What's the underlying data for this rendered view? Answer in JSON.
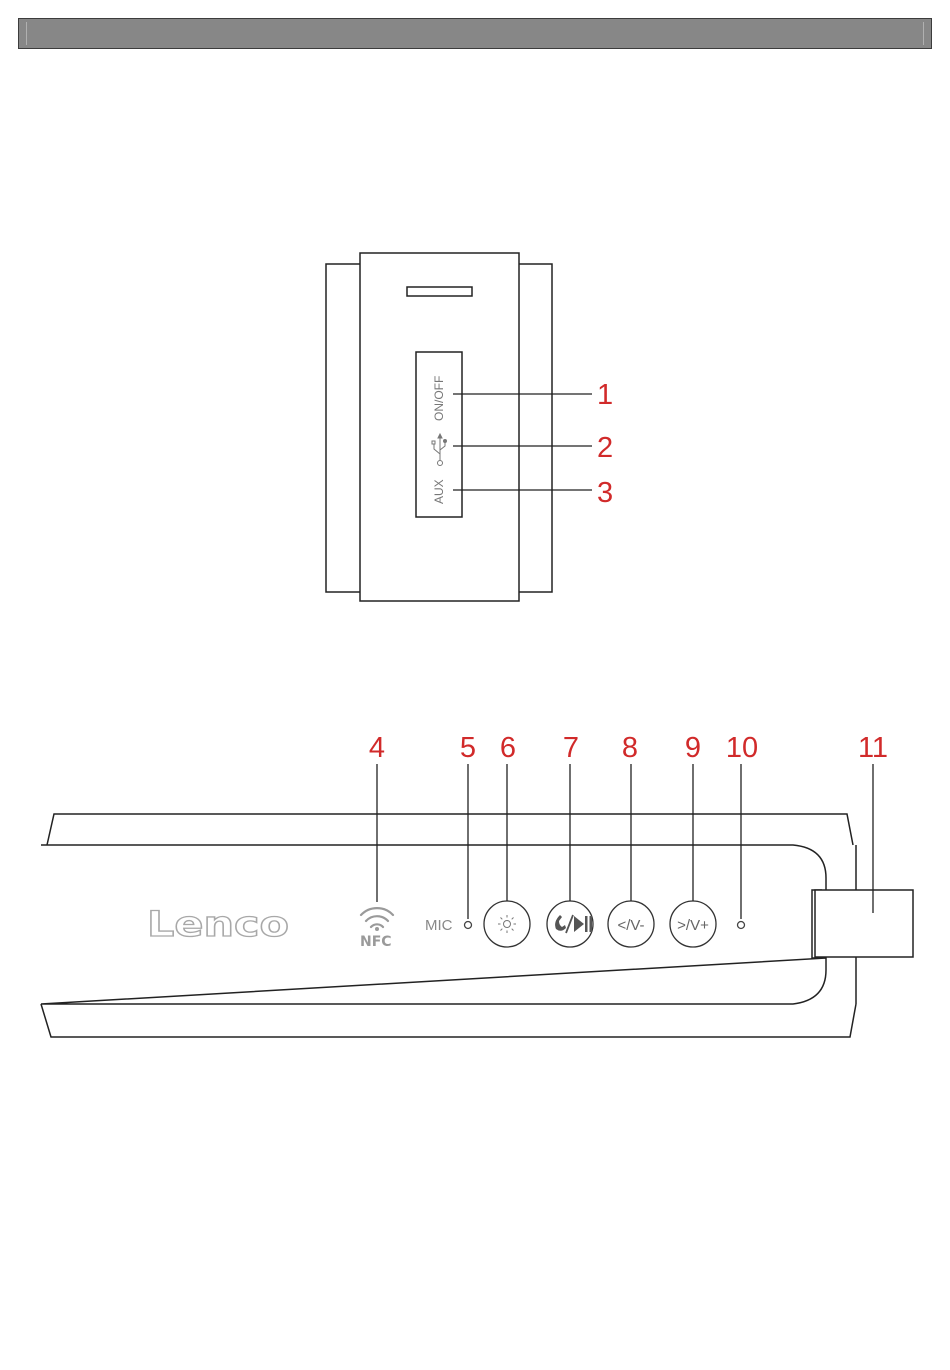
{
  "side_view": {
    "ports": {
      "power": "ON/OFF",
      "aux": "AUX"
    },
    "callouts": [
      "1",
      "2",
      "3"
    ]
  },
  "front_view": {
    "brand_logo": "Lenco",
    "nfc_label": "NFC",
    "mic_label": "MIC",
    "buttons": {
      "light": "",
      "call_play_pause": "∕▶‖",
      "prev_vol_down": "</V-",
      "next_vol_up": ">/V+"
    },
    "callouts": [
      "4",
      "5",
      "6",
      "7",
      "8",
      "9",
      "10",
      "11"
    ]
  },
  "colors": {
    "callout": "#d12a2a",
    "line": "#222222",
    "header": "#878787"
  },
  "icons": {
    "port_usb": "usb-icon",
    "nfc": "nfc-wifi-icon",
    "light_button": "sun-icon",
    "call_button": "phone-icon"
  }
}
